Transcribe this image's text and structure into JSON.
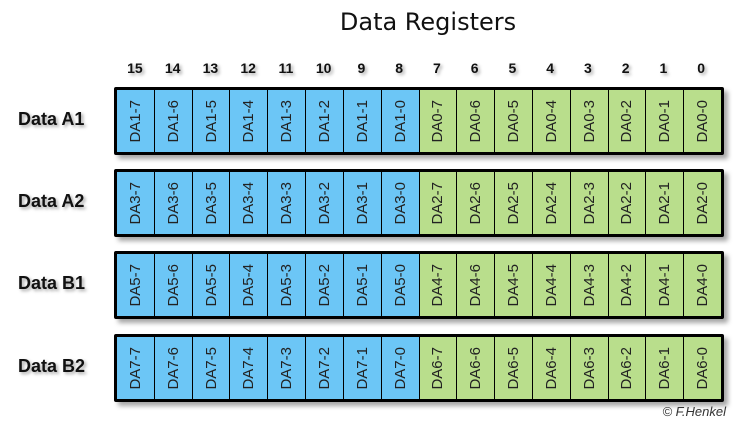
{
  "title": "Data Registers",
  "bit_numbers": [
    "15",
    "14",
    "13",
    "12",
    "11",
    "10",
    "9",
    "8",
    "7",
    "6",
    "5",
    "4",
    "3",
    "2",
    "1",
    "0"
  ],
  "colors": {
    "high_byte": "#6cc6f6",
    "low_byte": "#b9de8c"
  },
  "registers": [
    {
      "label": "Data A1",
      "cells": [
        "DA1-7",
        "DA1-6",
        "DA1-5",
        "DA1-4",
        "DA1-3",
        "DA1-2",
        "DA1-1",
        "DA1-0",
        "DA0-7",
        "DA0-6",
        "DA0-5",
        "DA0-4",
        "DA0-3",
        "DA0-2",
        "DA0-1",
        "DA0-0"
      ]
    },
    {
      "label": "Data A2",
      "cells": [
        "DA3-7",
        "DA3-6",
        "DA3-5",
        "DA3-4",
        "DA3-3",
        "DA3-2",
        "DA3-1",
        "DA3-0",
        "DA2-7",
        "DA2-6",
        "DA2-5",
        "DA2-4",
        "DA2-3",
        "DA2-2",
        "DA2-1",
        "DA2-0"
      ]
    },
    {
      "label": "Data B1",
      "cells": [
        "DA5-7",
        "DA5-6",
        "DA5-5",
        "DA5-4",
        "DA5-3",
        "DA5-2",
        "DA5-1",
        "DA5-0",
        "DA4-7",
        "DA4-6",
        "DA4-5",
        "DA4-4",
        "DA4-3",
        "DA4-2",
        "DA4-1",
        "DA4-0"
      ]
    },
    {
      "label": "Data B2",
      "cells": [
        "DA7-7",
        "DA7-6",
        "DA7-5",
        "DA7-4",
        "DA7-3",
        "DA7-2",
        "DA7-1",
        "DA7-0",
        "DA6-7",
        "DA6-6",
        "DA6-5",
        "DA6-4",
        "DA6-3",
        "DA6-2",
        "DA6-1",
        "DA6-0"
      ]
    }
  ],
  "copyright": "© F.Henkel"
}
